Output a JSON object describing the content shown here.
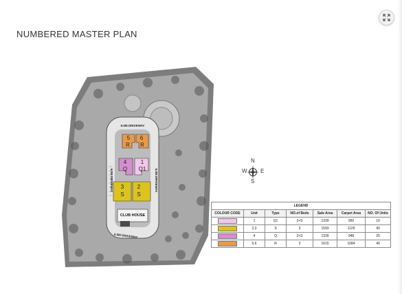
{
  "page": {
    "title": "NUMBERED MASTER PLAN"
  },
  "controls": {
    "expand_icon": "expand-icon"
  },
  "plan": {
    "driveways": [
      "6.0M DRIVEWAY",
      "6.0M DRIVEWAY",
      "6.0M DRIVEWAY",
      "6.0M DRIVEWAY"
    ],
    "clubhouse_label": "CLUB HOUSE",
    "blocks": [
      {
        "number": "5",
        "type": "R",
        "color": "#e89a4c"
      },
      {
        "number": "6",
        "type": "R",
        "color": "#e89a4c"
      },
      {
        "number": "4",
        "type": "Q",
        "color": "#d58fd0"
      },
      {
        "number": "1",
        "type": "Q1",
        "color": "#f3c6ea"
      },
      {
        "number": "3",
        "type": "S",
        "color": "#dcc321"
      },
      {
        "number": "2",
        "type": "S",
        "color": "#dcc321"
      }
    ]
  },
  "compass": {
    "n": "N",
    "s": "S",
    "e": "E",
    "w": "W"
  },
  "legend": {
    "title": "LEGEND",
    "headers": [
      "COLOUR CODE",
      "Unit",
      "Type",
      "NO.of Beds",
      "Sale Area",
      "Carpet Area",
      "NO. Of Units"
    ],
    "rows": [
      {
        "color": "#f3c6ea",
        "unit": "1",
        "type": "Q1",
        "beds": "2+S",
        "sale_area": "1339",
        "carpet_area": "950",
        "units": "19"
      },
      {
        "color": "#dcc321",
        "unit": "2,3",
        "type": "S",
        "beds": "3",
        "sale_area": "1593",
        "carpet_area": "1129",
        "units": "40"
      },
      {
        "color": "#d58fd0",
        "unit": "4",
        "type": "Q",
        "beds": "2+S",
        "sale_area": "1339",
        "carpet_area": "948",
        "units": "20"
      },
      {
        "color": "#e89a4c",
        "unit": "5,6",
        "type": "R",
        "beds": "3",
        "sale_area": "1615",
        "carpet_area": "1084",
        "units": "40"
      }
    ]
  }
}
